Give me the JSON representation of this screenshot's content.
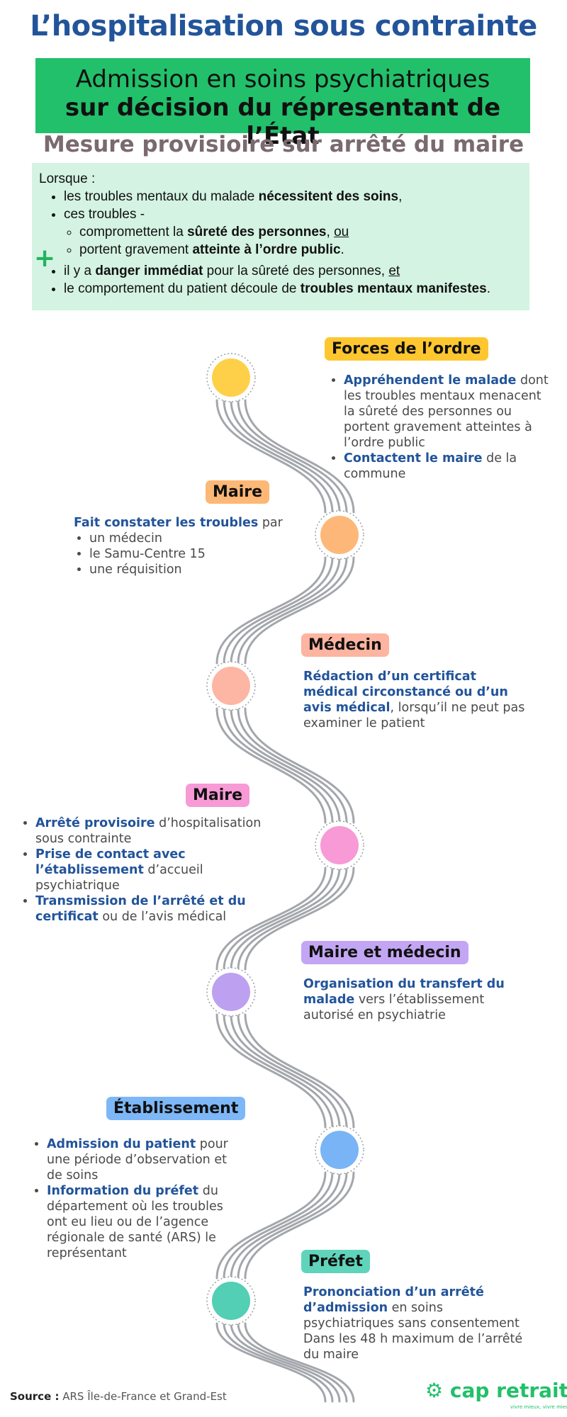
{
  "title": "L’hospitalisation sous contrainte",
  "banner": {
    "line1": "Admission en soins psychiatriques",
    "line2": "sur décision du répresentant de l’État"
  },
  "subtitle": "Mesure provisioire sur arrêté du maire",
  "conditions": {
    "lead": "Lorsque :",
    "b1_pre": "les troubles mentaux du malade ",
    "b1_bold": "nécessitent des soins",
    "b1_post": ",",
    "b2": "ces troubles -",
    "b2a_pre": "compromettent la ",
    "b2a_bold": "sûreté des personnes",
    "b2a_mid": ", ",
    "b2a_und": "ou",
    "b2b_pre": "portent gravement ",
    "b2b_bold": "atteinte à l’ordre public",
    "b2b_post": ".",
    "b3_pre": "il y a ",
    "b3_bold": "danger immédiat",
    "b3_mid": " pour la sûreté des personnes, ",
    "b3_und": "et",
    "b4_pre": "le comportement du patient découle de ",
    "b4_bold": "troubles mentaux manifestes",
    "b4_post": ".",
    "plus_symbol": "+"
  },
  "steps": [
    {
      "badge": "Forces de l’ordre",
      "color": "#fed04a",
      "badge_color": "#fec62f",
      "items": [
        {
          "hl": "Appréhendent le malade",
          "rest": " dont les troubles mentaux menacent la sûreté des personnes ou portent gravement atteintes à l’ordre public"
        },
        {
          "hl": "Contactent le maire",
          "rest": " de la commune"
        }
      ]
    },
    {
      "badge": "Maire",
      "color": "#fdb879",
      "badge_color": "#fdb776",
      "intro_hl": "Fait constater les troubles",
      "intro_rest": " par",
      "items": [
        "un médecin",
        "le Samu-Centre 15",
        "une réquisition"
      ]
    },
    {
      "badge": "Médecin",
      "color": "#fdb6a3",
      "badge_color": "#fdb4a0",
      "hl": "Rédaction d’un certificat médical circonstancé ou d’un avis médical",
      "rest": ", lorsqu’il ne peut pas examiner le patient"
    },
    {
      "badge": "Maire",
      "color": "#f79ad6",
      "badge_color": "#f79ad6",
      "items": [
        {
          "hl": "Arrêté provisoire",
          "rest": " d’hospitalisation sous contrainte"
        },
        {
          "hl": "Prise de contact avec l’établissement",
          "rest": " d’accueil psychiatrique"
        },
        {
          "hl": "Transmission de l’arrêté et du certificat",
          "rest": " ou de l’avis médical"
        }
      ]
    },
    {
      "badge": "Maire et médecin",
      "color": "#bda0f0",
      "badge_color": "#c3a6f3",
      "hl": "Organisation du transfert du malade",
      "rest": " vers l’établissement autorisé en psychiatrie"
    },
    {
      "badge": "Établissement",
      "color": "#79b4f6",
      "badge_color": "#7db7f7",
      "items": [
        {
          "hl": "Admission du patient",
          "rest": " pour une période d’observation et de soins"
        },
        {
          "hl": "Information du préfet",
          "rest": " du département où les troubles ont eu lieu ou de l’agence régionale de santé (ARS) le représentant"
        }
      ]
    },
    {
      "badge": "Préfet",
      "color": "#52cfb4",
      "badge_color": "#5fd4bb",
      "hl": "Prononciation d’un arrêté d’admission",
      "rest": " en soins psychiatriques sans consentement",
      "extra": "Dans les 48 h maximum de l’arrêté du maire"
    }
  ],
  "footer": {
    "source_label": "Source :",
    "source_text": " ARS Île-de-France et Grand-Est",
    "logo": "cap retraite",
    "slogan": "vivre mieux, vivre mieux"
  }
}
